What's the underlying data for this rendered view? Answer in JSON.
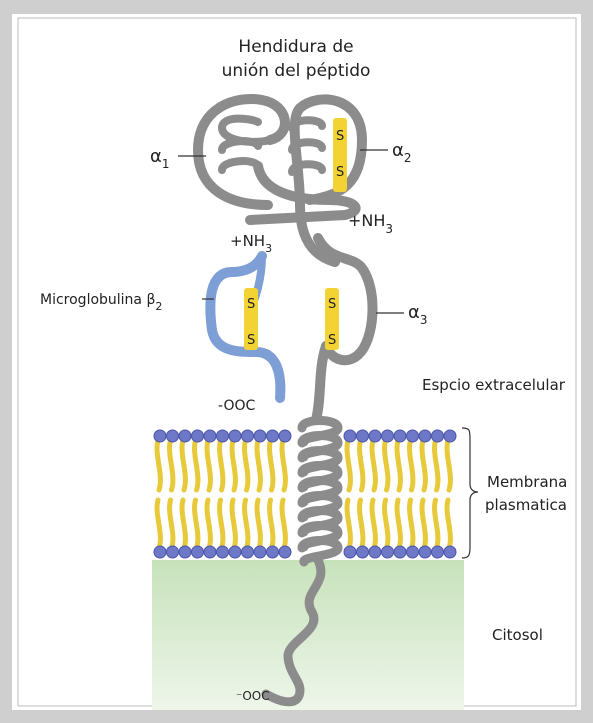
{
  "labels": {
    "cleft_line1": "Hendidura de",
    "cleft_line2": "unión del péptido",
    "alpha": "α",
    "a1_sub": "1",
    "a2_sub": "2",
    "a3_sub": "3",
    "nh3_heavy": "+NH",
    "nh3_heavy_sub": "3",
    "nh3_beta": "+NH",
    "nh3_beta_sub": "3",
    "beta2m": "Microglobulina β",
    "beta2m_sub": "2",
    "cooh_beta": "-OOC",
    "extracellular": "Espcio extracelular",
    "membrane_line1": "Membrana",
    "membrane_line2": "plasmatica",
    "cytosol": "Citosol",
    "cooh_tail": "⁻OOC",
    "disulfide_s": "S"
  },
  "colors": {
    "chain_gray": "#9a9a9a",
    "chain_dark": "#6f6f6f",
    "beta_blue": "#7d9fd6",
    "disulfide_yellow": "#f2d333",
    "lipid_head": "#6d78c6",
    "lipid_tail": "#e7c93a",
    "cytosol_green": "#cfe6c3",
    "frame_gray": "#c9c9c9"
  }
}
